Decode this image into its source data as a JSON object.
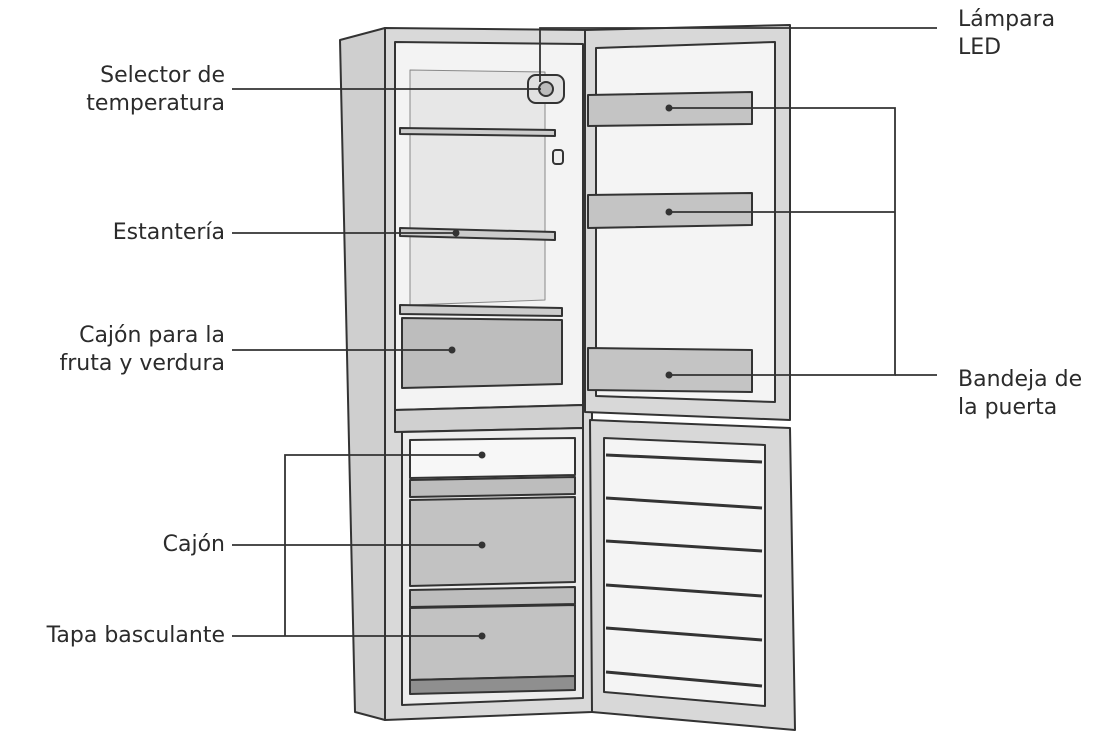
{
  "labels": {
    "lamp": [
      "Lámpara",
      "LED"
    ],
    "temp_selector": [
      "Selector de",
      "temperatura"
    ],
    "shelf": [
      "Estantería"
    ],
    "crisper": [
      "Cajón para la",
      "fruta y verdura"
    ],
    "door_tray": [
      "Bandeja de",
      "la puerta"
    ],
    "drawer": [
      "Cajón"
    ],
    "flap": [
      "Tapa basculante"
    ]
  },
  "colors": {
    "line": "#333333",
    "cabinet": "#d6d6d6",
    "interior": "#f4f4f4",
    "drawer": "#bdbdbd",
    "text": "#2b2b2b"
  }
}
